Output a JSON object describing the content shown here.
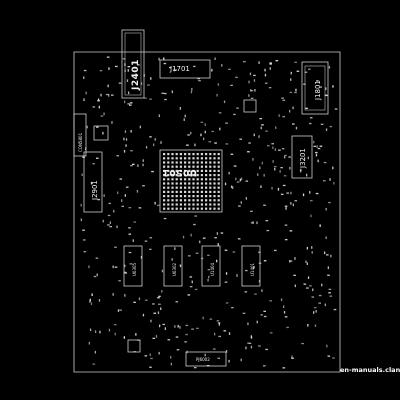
{
  "board": {
    "background_color": "#000000",
    "component_color": "#d9d9d9",
    "labels": {
      "j2401": "J2401",
      "j1701": "J1701",
      "j1801": "J1801",
      "j3201": "J3201",
      "u0501": "U0501",
      "j2901": "J2901",
      "con5801": "CON5801",
      "u0305": "U0305",
      "u0302": "U0302",
      "u1404": "U1404",
      "u1401": "U1401",
      "pj6002": "PJ6002"
    },
    "watermark": "en-manuals.clan.su"
  }
}
